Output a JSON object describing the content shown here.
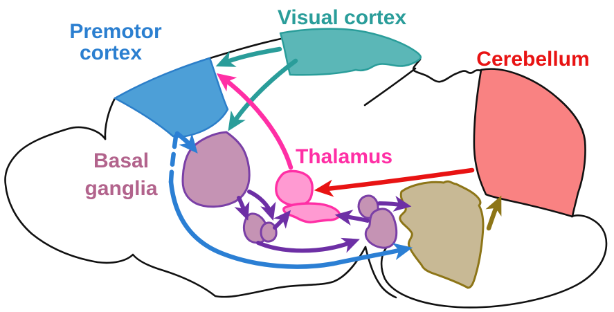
{
  "labels": {
    "premotor_cortex": {
      "line1": "Premotor",
      "line2": "cortex",
      "color": "#2b7fd0"
    },
    "visual_cortex": {
      "text": "Visual cortex",
      "color": "#2a9d9a"
    },
    "cerebellum": {
      "text": "Cerebellum",
      "color": "#e81313"
    },
    "basal_ganglia": {
      "line1": "Basal",
      "line2": "ganglia",
      "color": "#b2638c"
    },
    "thalamus": {
      "text": "Thalamus",
      "color": "#ff2fa5"
    }
  },
  "regions": {
    "premotor_cortex": {
      "fill": "#4d9fd7",
      "stroke": "#2b7ec9"
    },
    "visual_cortex": {
      "fill": "#5bb7b7",
      "stroke": "#2a9d9a"
    },
    "cerebellum": {
      "fill": "#f98282",
      "stroke": "#111111"
    },
    "basal_ganglia": {
      "fill": "#c593b4",
      "stroke": "#7a3fa6"
    },
    "thalamus": {
      "fill": "#ff9ad2",
      "stroke": "#ff2fa5"
    },
    "brainstem_nucleus": {
      "fill": "#c8b995",
      "stroke": "#8d7517"
    }
  },
  "arrow_colors": {
    "teal": "#2a9d9a",
    "pink": "#ff2fa5",
    "blue": "#2b7fd4",
    "red": "#e81313",
    "purple": "#6d2fa5",
    "khaki": "#8d7517"
  },
  "outline_color": "#111111",
  "background_color": "#ffffff",
  "connections": [
    {
      "from": "visual_cortex",
      "to": "premotor_cortex",
      "color": "teal"
    },
    {
      "from": "visual_cortex",
      "to": "basal_ganglia",
      "color": "teal"
    },
    {
      "from": "thalamus",
      "to": "premotor_cortex",
      "color": "pink"
    },
    {
      "from": "cerebellum",
      "to": "thalamus",
      "color": "red"
    },
    {
      "from": "premotor_cortex",
      "to": "basal_ganglia",
      "color": "blue"
    },
    {
      "from": "premotor_cortex",
      "to": "brainstem_nucleus",
      "color": "blue",
      "style": "dashed-then-solid"
    },
    {
      "from": "basal_ganglia_striatum",
      "to": "basal_ganglia_subnucleus_a",
      "color": "purple"
    },
    {
      "from": "basal_ganglia_striatum",
      "to": "basal_ganglia_subnucleus_b",
      "color": "purple"
    },
    {
      "from": "basal_ganglia_subnucleus_b",
      "to": "thalamus",
      "color": "purple"
    },
    {
      "from": "basal_ganglia_subnuclei",
      "to": "downstream_nucleus_d",
      "color": "purple"
    },
    {
      "from": "downstream_nucleus_d",
      "to": "thalamus",
      "color": "purple"
    },
    {
      "from": "downstream_nucleus_c",
      "to": "brainstem_nucleus",
      "color": "purple"
    },
    {
      "from": "brainstem_nucleus",
      "to": "cerebellum",
      "color": "khaki"
    }
  ]
}
